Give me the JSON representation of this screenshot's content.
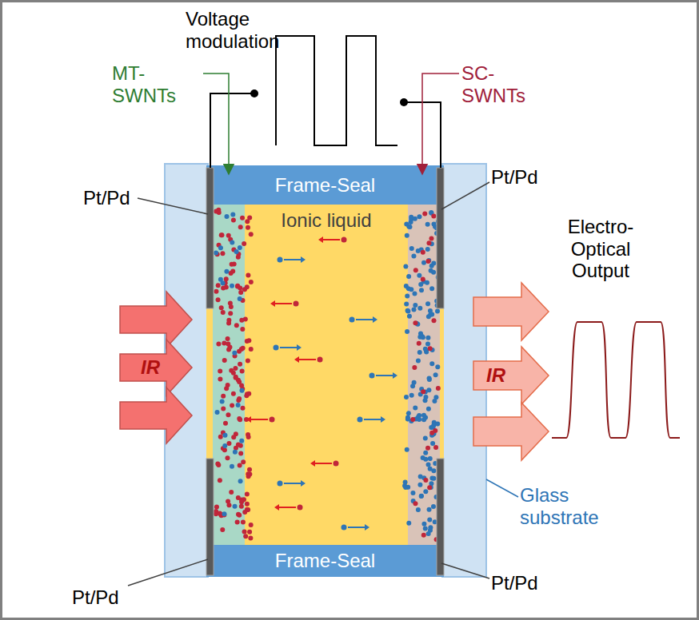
{
  "diagram": {
    "nodes": [
      {
        "text": [
          "Frame-Seal"
        ]
      },
      {
        "text": [
          "Ionic liquid"
        ]
      },
      {
        "text": [
          "Frame-Seal"
        ]
      }
    ],
    "labels": [
      "Voltage modulation",
      "MT-SWNTs",
      "SC-SWNTs",
      "Pt/Pd",
      "Pt/Pd",
      "IR",
      "Electro-Optical Output",
      "IR",
      "Glass substrate",
      "Pt/Pd",
      "Pt/Pd"
    ]
  }
}
